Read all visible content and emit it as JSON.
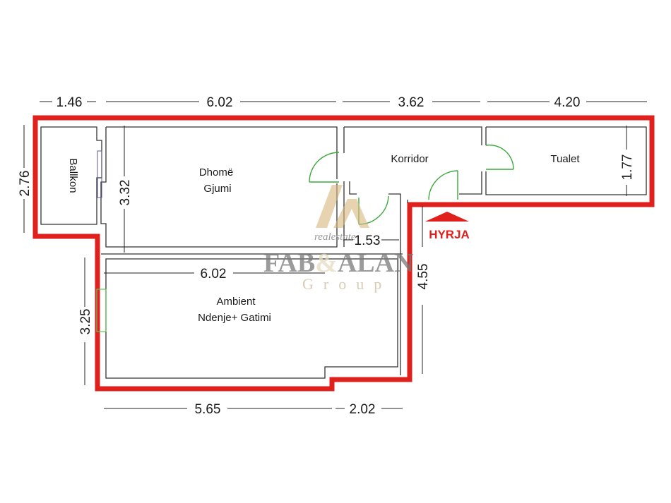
{
  "rooms": {
    "balcony": "Ballkon",
    "bedroom_line1": "Dhomë",
    "bedroom_line2": "Gjumi",
    "corridor": "Korridor",
    "toilet": "Tualet",
    "living_line1": "Ambient",
    "living_line2": "Ndenje+ Gatimi"
  },
  "entrance": {
    "label": "HYRJA",
    "color": "#e0201c"
  },
  "dimensions": {
    "top": [
      "1.46",
      "6.02",
      "3.62",
      "4.20"
    ],
    "left_balcony_height": "2.76",
    "bedroom_height": "3.32",
    "toilet_height": "1.77",
    "corridor_step": "1.53",
    "living_width_top": "6.02",
    "living_height": "3.25",
    "right_height": "4.55",
    "bottom": [
      "5.65",
      "2.02"
    ]
  },
  "watermark": {
    "brand": "FAB&ALAN",
    "brand_left": "FAB",
    "brand_amp": "&",
    "brand_right": "ALAN",
    "sub": "Group",
    "tag": "realestate"
  },
  "colors": {
    "outline": "#e0201c",
    "walls": "#333333",
    "doors": "#3aa83a",
    "logo_gold": "#d9b77e"
  }
}
